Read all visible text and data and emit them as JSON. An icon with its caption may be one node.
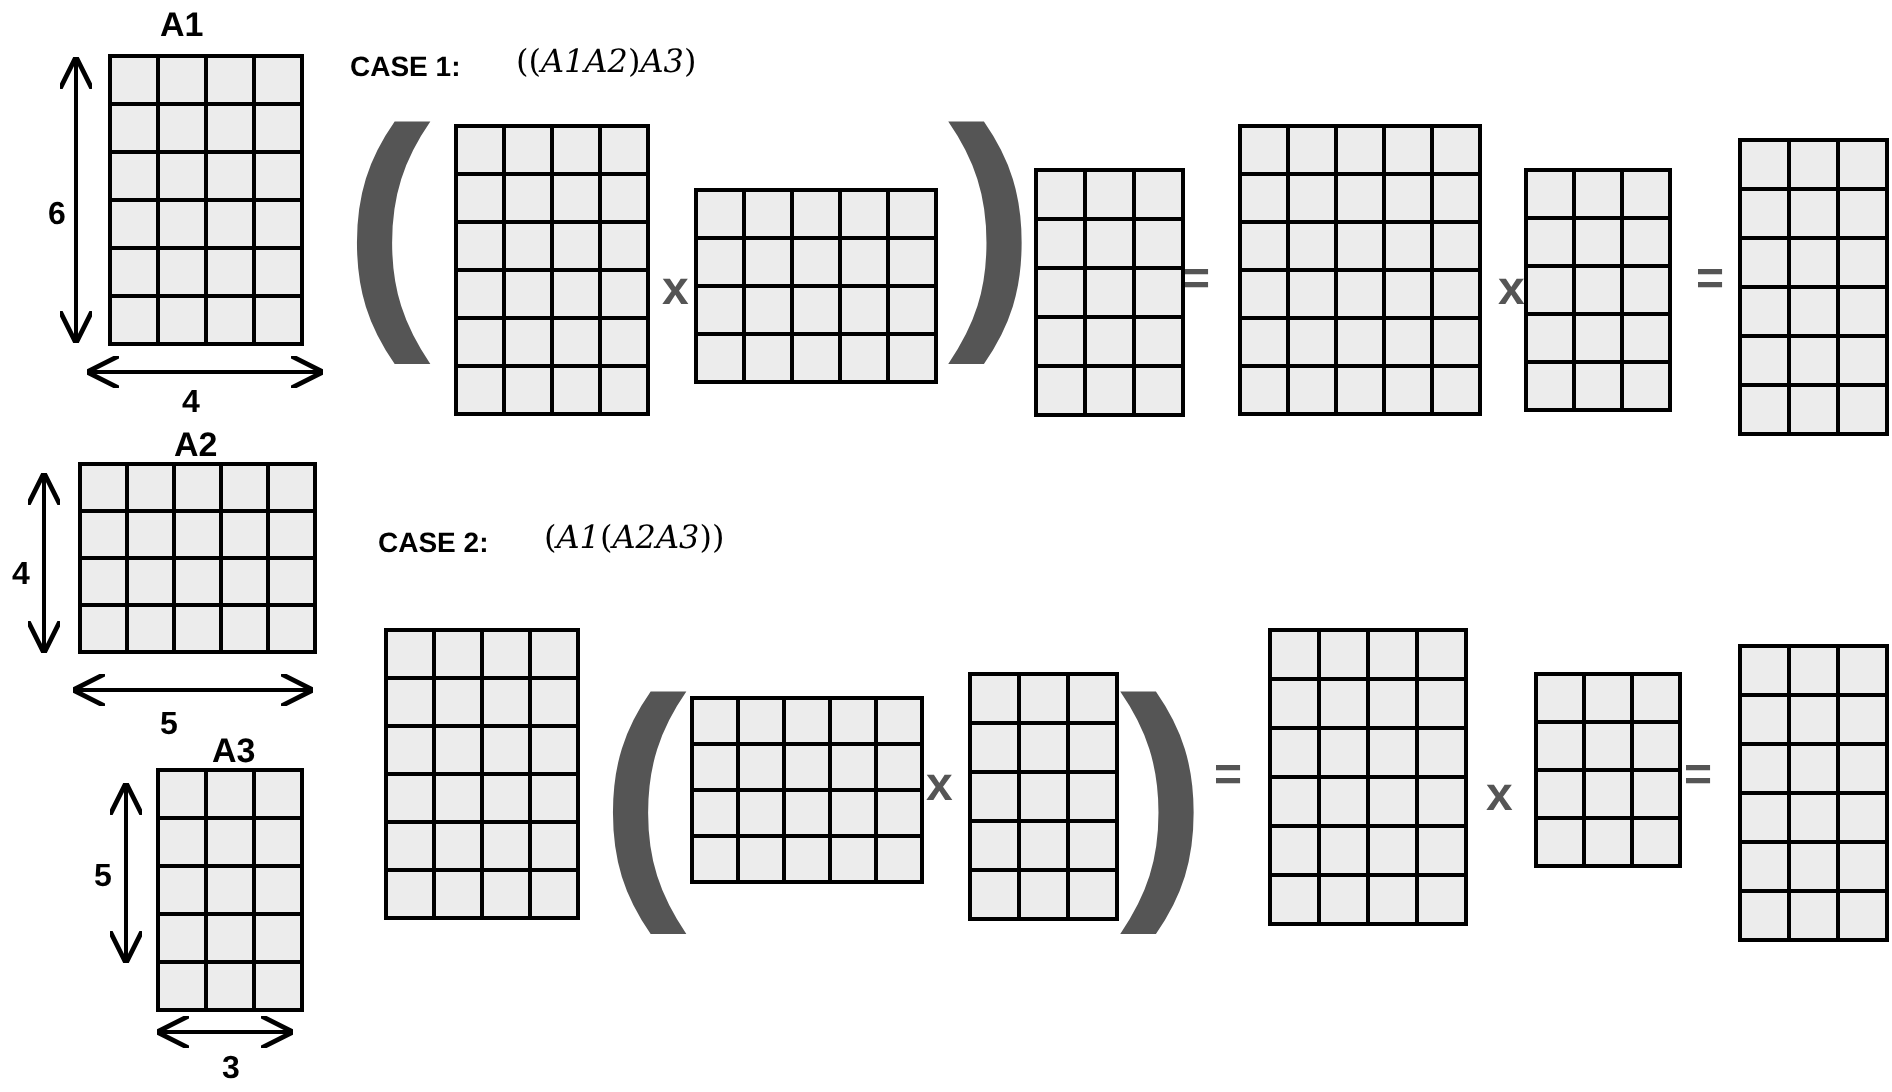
{
  "diagram": {
    "labels": [
      "A1",
      "CASE 1:",
      "((*A1A2*)*A3*)",
      "6",
      "(",
      "x",
      ")",
      "=",
      "x",
      "=",
      "4",
      "A2",
      "4",
      "CASE 2:",
      "(*A1*(*A2A3*))",
      "5",
      "A3",
      "(",
      "x",
      ")",
      "=",
      "x",
      "=",
      "5",
      "3"
    ]
  }
}
